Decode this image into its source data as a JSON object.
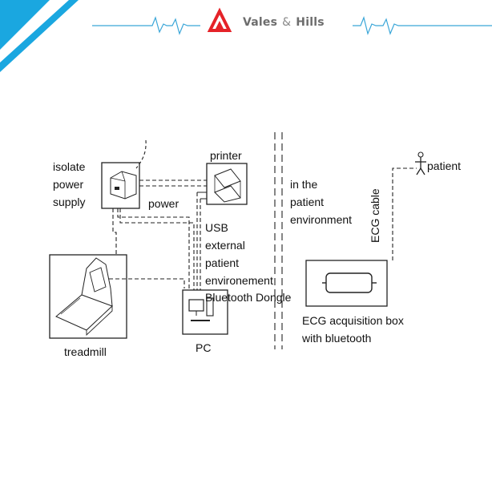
{
  "brand": {
    "name_part1": "Vales",
    "ampersand": "&",
    "name_part2": "Hills",
    "accent_color": "#e52228",
    "stripe_color": "#1aa7e0",
    "ecg_line_color": "#3aa6d8"
  },
  "labels": {
    "isolate_power_supply": [
      "isolate",
      "power",
      "supply"
    ],
    "printer": "printer",
    "power": "power",
    "usb_dongle": [
      "USB",
      "external",
      "patient",
      "environement",
      "Bluetooth Dongle"
    ],
    "treadmill": "treadmill",
    "pc": "PC",
    "patient_env": [
      "in the",
      "patient",
      "environment"
    ],
    "patient": "patient",
    "ecg_cable": "ECG cable",
    "ecg_box": [
      "ECG acquisition box",
      "with bluetooth"
    ]
  }
}
